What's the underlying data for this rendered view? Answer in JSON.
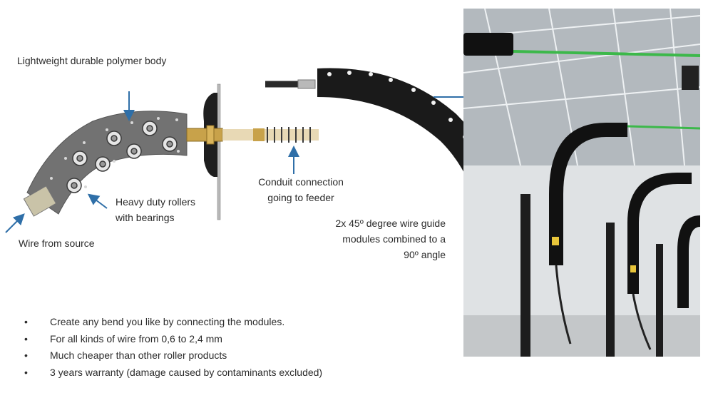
{
  "labels": {
    "polymer_body": "Lightweight durable polymer body",
    "rollers_line1": "Heavy duty rollers",
    "rollers_line2": "with bearings",
    "wire_source": "Wire from source",
    "conduit_line1": "Conduit connection",
    "conduit_line2": "going to feeder",
    "modules_line1": "2x 45º degree wire guide",
    "modules_line2": "modules combined to a",
    "modules_line3": "90º angle"
  },
  "bullets": [
    "Create any bend you like by connecting the modules.",
    "For all kinds of wire from 0,6 to 2,4 mm",
    "Much cheaper than other roller products",
    "3 years warranty (damage caused by contaminants excluded)"
  ],
  "colors": {
    "arrow": "#2f6fa8",
    "module_body": "#707070",
    "black_module": "#1a1a1a",
    "green_wire": "#3cb84a",
    "brass": "#c8a24a"
  }
}
